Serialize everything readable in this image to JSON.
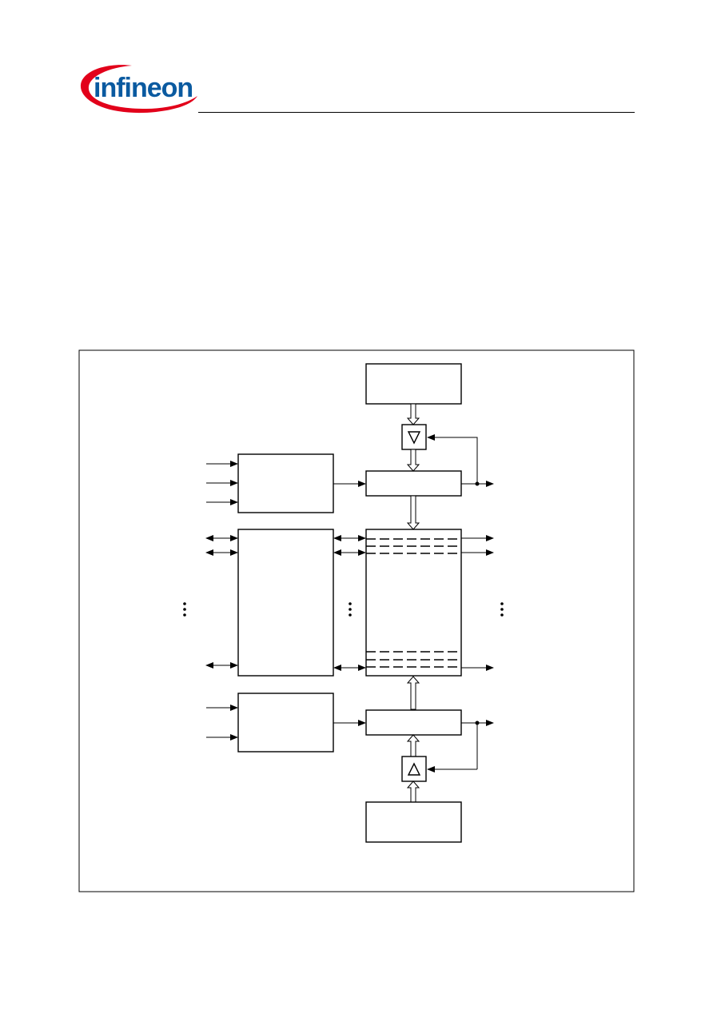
{
  "header": {
    "brand": "infineon",
    "brand_color": "#0a5aa0",
    "swoosh_color": "#e2001a"
  },
  "diagram": {
    "stroke_color": "#000000",
    "background": "#ffffff",
    "buffer_top_symbol": "triangle-down",
    "buffer_bottom_symbol": "triangle-up",
    "ellipsis_icon": "vertical-ellipsis"
  }
}
